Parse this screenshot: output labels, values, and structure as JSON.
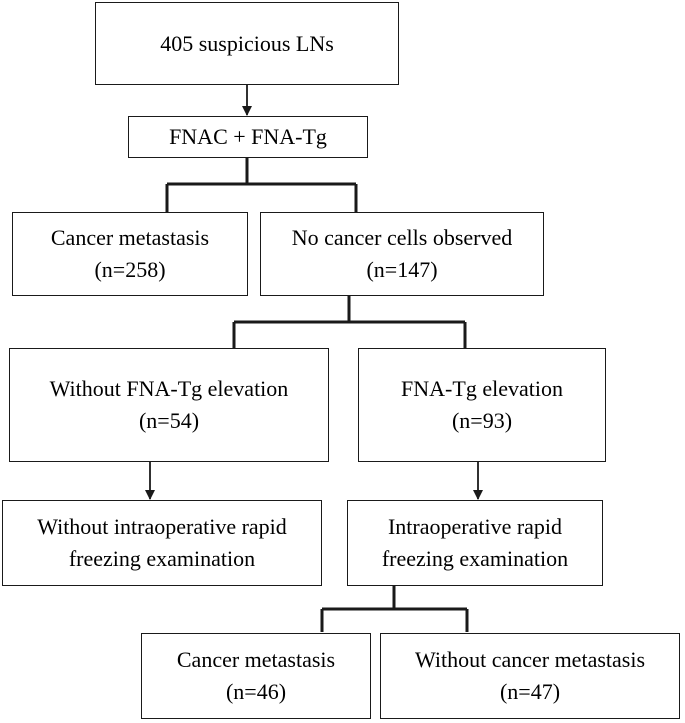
{
  "nodes": {
    "start": {
      "line1": "405 suspicious LNs"
    },
    "test": {
      "line1": "FNAC + FNA-Tg"
    },
    "metastasis_a": {
      "line1": "Cancer metastasis",
      "line2": "(n=258)"
    },
    "no_cancer": {
      "line1": "No cancer cells observed",
      "line2": "(n=147)"
    },
    "no_elevation": {
      "line1": "Without FNA-Tg elevation",
      "line2": "(n=54)"
    },
    "elevation": {
      "line1": "FNA-Tg elevation",
      "line2": "(n=93)"
    },
    "no_freezing": {
      "line1": "Without intraoperative rapid",
      "line2": "freezing examination"
    },
    "freezing": {
      "line1": "Intraoperative rapid",
      "line2": "freezing examination"
    },
    "metastasis_b": {
      "line1": "Cancer metastasis",
      "line2": "(n=46)"
    },
    "no_metastasis": {
      "line1": "Without cancer metastasis",
      "line2": "(n=47)"
    }
  },
  "colors": {
    "stroke": "#1a1a1a",
    "background": "#ffffff"
  }
}
